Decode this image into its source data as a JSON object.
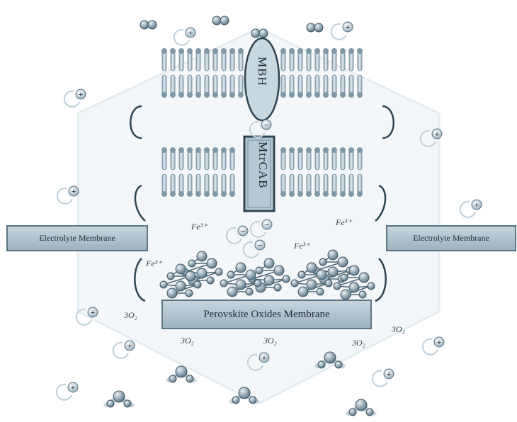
{
  "labels": {
    "electrolyte_left": "Electrolyte Membrane",
    "electrolyte_right": "Electrolyte Membrane",
    "perovskite": "Perovskite Oxides Membrane",
    "mbh": "MBH",
    "mtrcab": "MtrCAB"
  },
  "species": {
    "fe3_a": "Fe³⁺",
    "fe3_b": "Fe³⁺",
    "fe3_c": "Fe³⁺",
    "fe3_d": "Fe³⁺",
    "o2_a": "3O₂",
    "o2_b": "3O₂",
    "o2_c": "3O₂",
    "o2_d": "3O₂",
    "o2_e": "3O₂"
  },
  "symbols": {
    "plus": "+",
    "minus": "−"
  },
  "colors": {
    "membrane_fill": "#c6d4dd",
    "membrane_border": "#5d7686",
    "ion_fill": "#b9cbd6",
    "text": "#1e2b33"
  }
}
